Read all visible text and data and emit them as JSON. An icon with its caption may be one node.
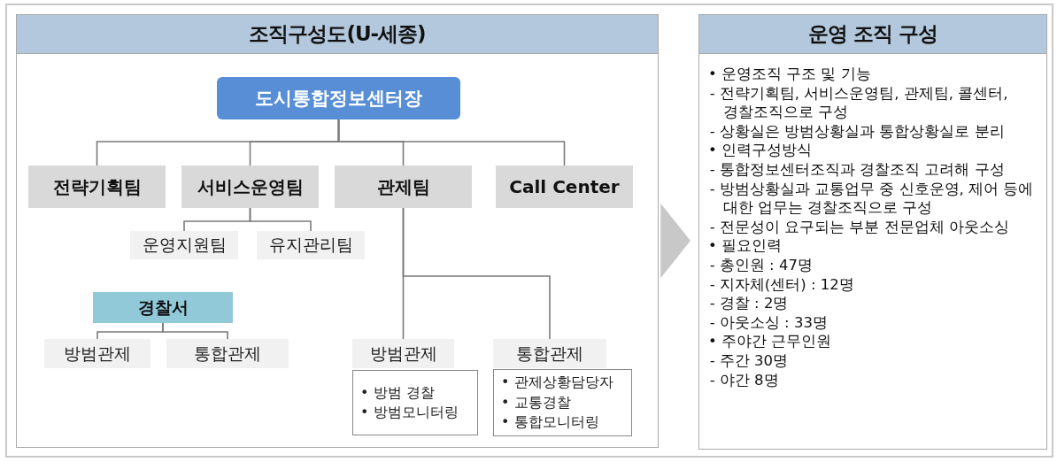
{
  "diagram": {
    "nodes": [
      {
        "text": [
          "조직구성도(U-세종)"
        ]
      },
      {
        "text": [
          "도시통합정보센터장"
        ],
        "in": 0
      },
      {
        "text": [
          "전략기획팀"
        ],
        "in": 0
      },
      {
        "text": [
          "서비스운영팀"
        ],
        "in": 0
      },
      {
        "text": [
          "관제팀"
        ],
        "in": 0
      },
      {
        "text": [
          "Call Center"
        ],
        "in": 0
      },
      {
        "text": [
          "운영지원팀"
        ],
        "in": 0
      },
      {
        "text": [
          "유지관리팀"
        ],
        "in": 0
      },
      {
        "text": [
          "경찰서"
        ],
        "in": 0
      },
      {
        "text": [
          "방범관제"
        ],
        "in": 0
      },
      {
        "text": [
          "통합관제"
        ],
        "in": 0
      },
      {
        "text": [
          "방범관제"
        ],
        "in": 0
      },
      {
        "text": [
          "• 방범 경찰",
          "• 방범모니터링"
        ],
        "in": 0
      },
      {
        "text": [
          "통합관제"
        ],
        "in": 0
      },
      {
        "text": [
          "• 관제상황담당자",
          "• 교통경찰",
          "• 통합모니터링"
        ],
        "in": 0
      },
      {
        "text": [
          "운영 조직 구성",
          "• 운영조직 구조 및 기능",
          "- 전략기획팀, 서비스운영팀, 관제팀, 콜센터, 경찰조직으로 구성",
          "- 상황실은 방범상황실과 통합상황실로 분리",
          "• 인력구성방식",
          "- 통합정보센터조직과 경찰조직 고려해 구성",
          "- 방범상황실과 교통업무 중 신호운영, 제어 등에 대한 업무는 경찰조직으로 구성",
          "- 전문성이 요구되는 부분 전문업체 아웃소싱",
          "• 필요인력",
          "- 총인원 : 47명",
          "- 지자체(센터) : 12명",
          "- 경찰 : 2명",
          "- 아웃소싱 : 33명",
          "• 주야간 근무인원",
          "- 주간 30명",
          "- 야간 8명"
        ]
      }
    ],
    "edges": [
      {
        "from": 1,
        "to": 2,
        "arrow": "none"
      },
      {
        "from": 1,
        "to": 3,
        "arrow": "none"
      },
      {
        "from": 1,
        "to": 4,
        "arrow": "none"
      },
      {
        "from": 1,
        "to": 5,
        "arrow": "none"
      },
      {
        "from": 3,
        "to": 6,
        "arrow": "none"
      },
      {
        "from": 3,
        "to": 7,
        "arrow": "none"
      },
      {
        "from": 8,
        "to": 9,
        "arrow": "none"
      },
      {
        "from": 8,
        "to": 10,
        "arrow": "none"
      },
      {
        "from": 4,
        "to": 11,
        "arrow": "none"
      },
      {
        "from": 4,
        "to": 13,
        "arrow": "none"
      },
      {
        "from": 0,
        "to": 15,
        "arrow": "to"
      }
    ]
  }
}
